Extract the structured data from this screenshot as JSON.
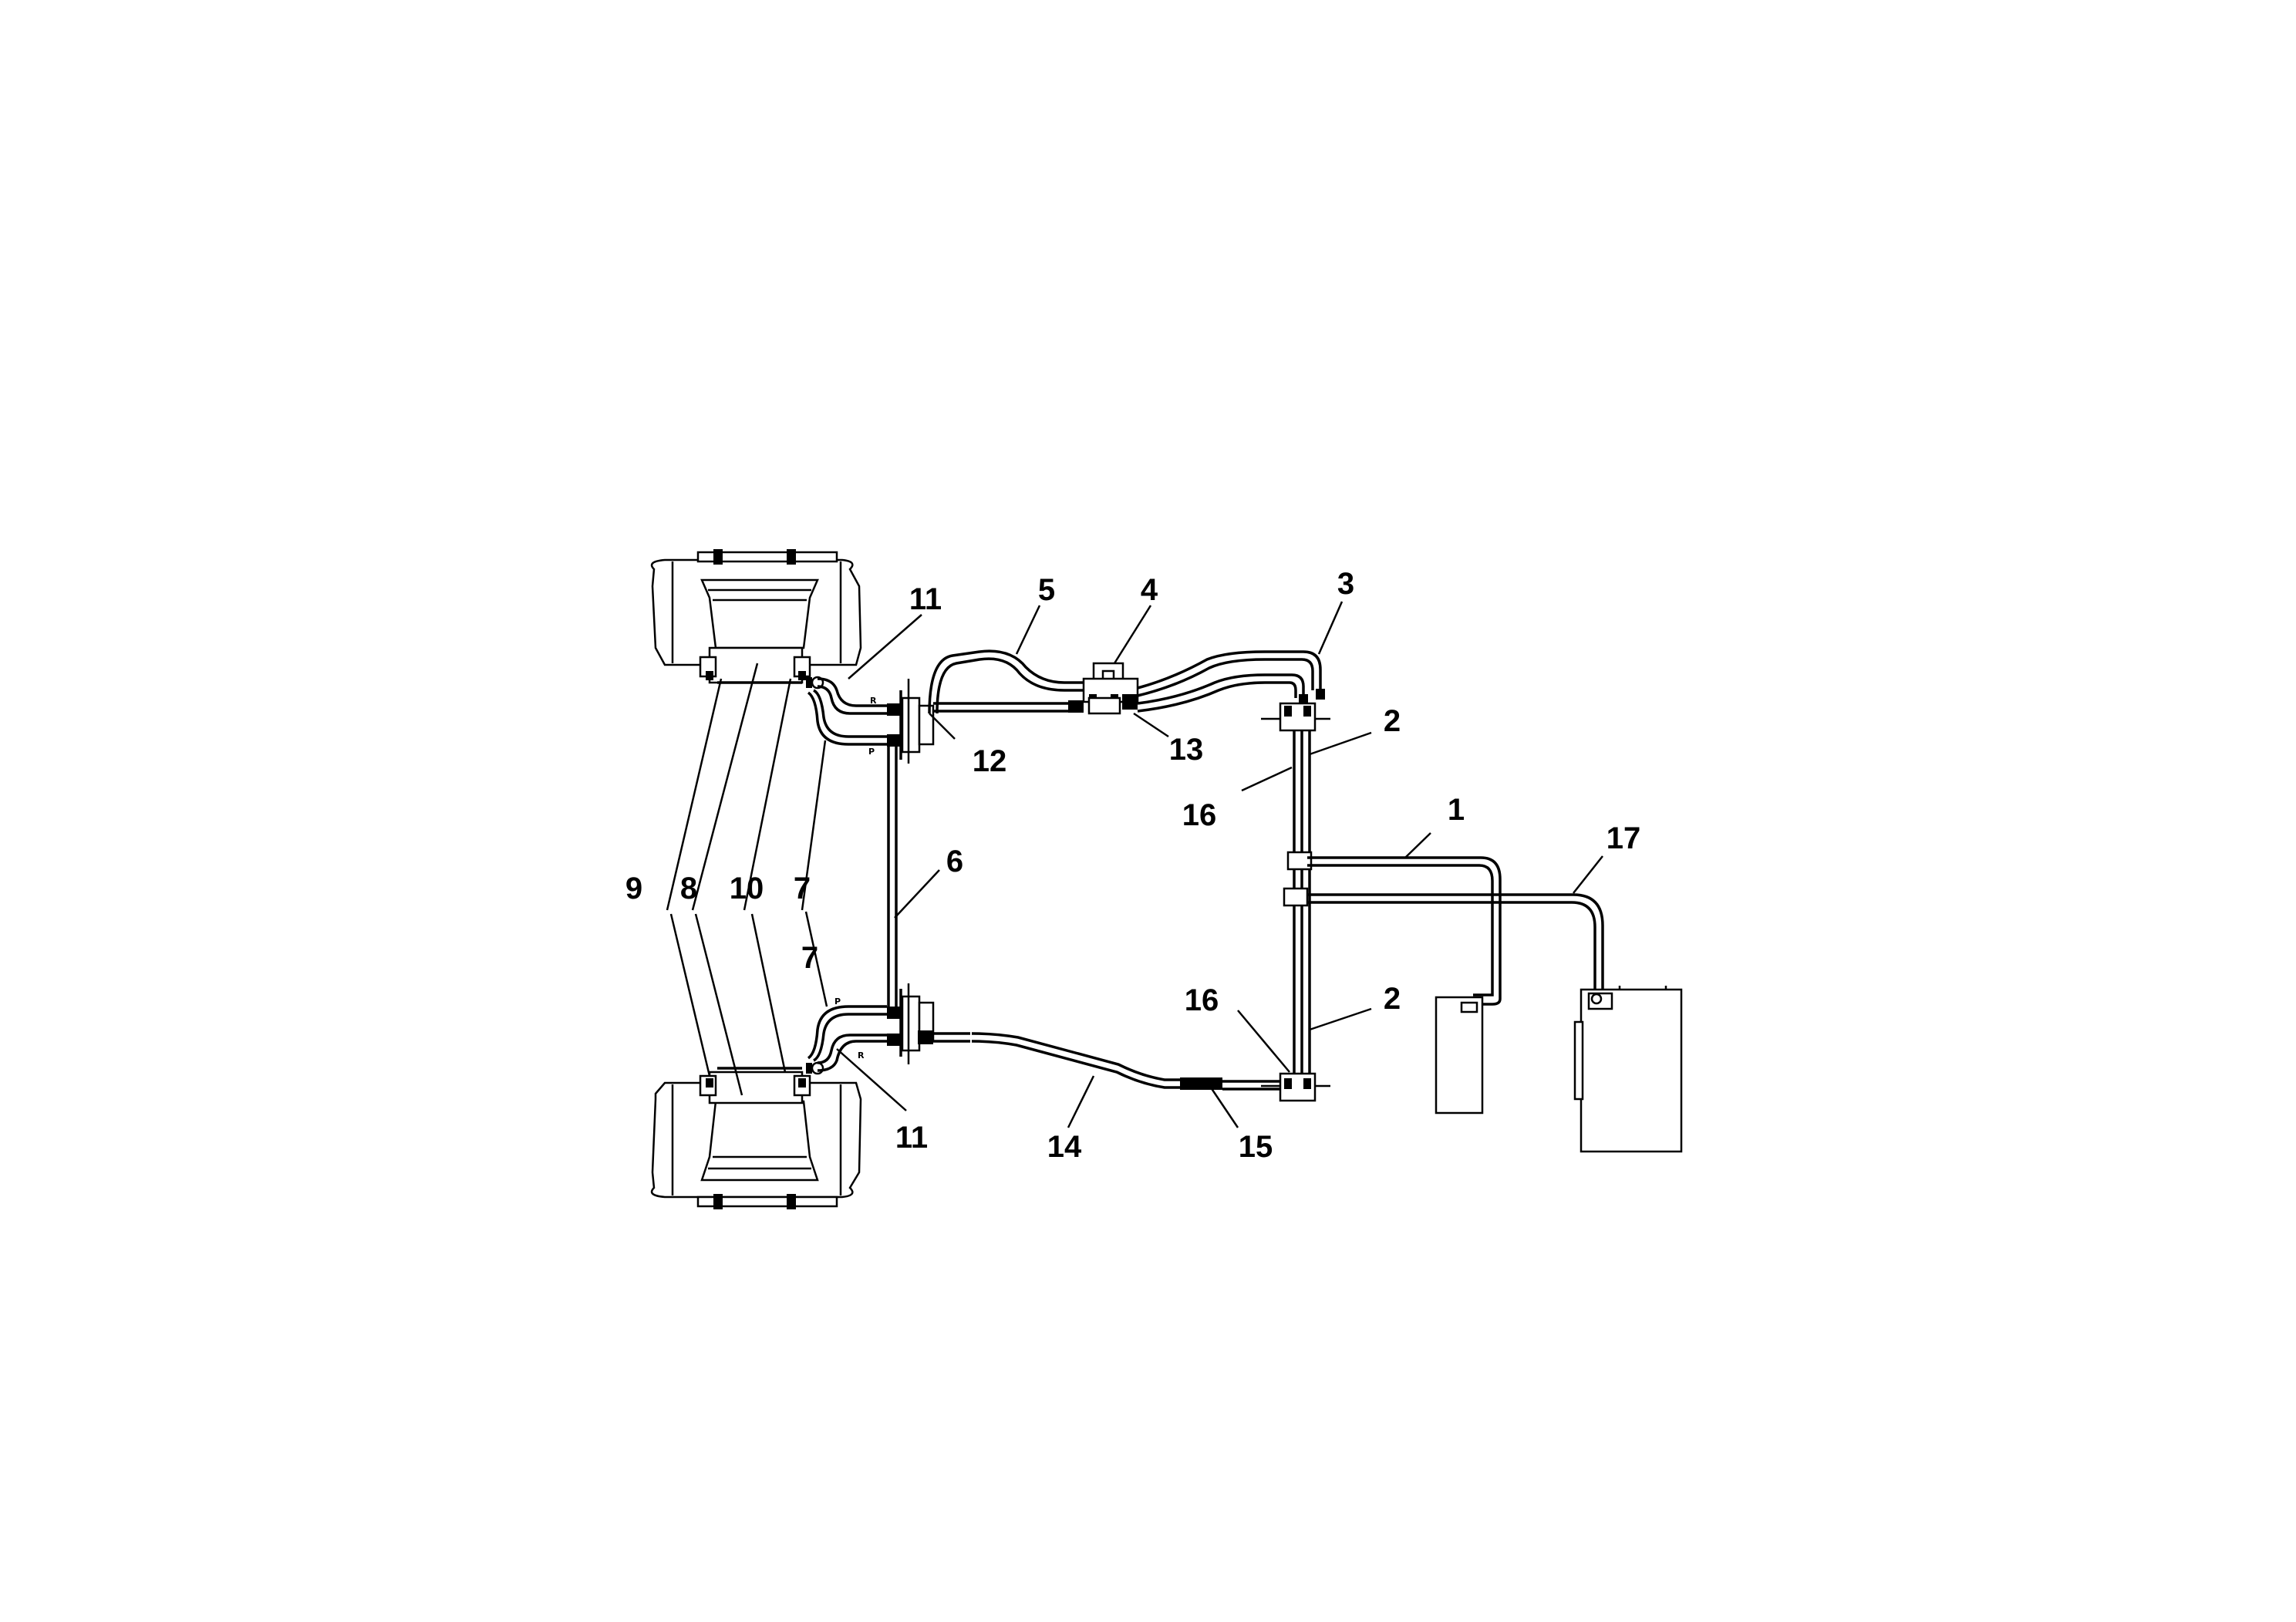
{
  "diagram": {
    "labels": {
      "p1": "1",
      "p2_upper": "2",
      "p2_lower": "2",
      "p3": "3",
      "p4": "4",
      "p5": "5",
      "p6": "6",
      "p7_upper": "7",
      "p7_lower": "7",
      "p8": "8",
      "p9": "9",
      "p10": "10",
      "p11_upper": "11",
      "p11_lower": "11",
      "p12": "12",
      "p13": "13",
      "p14": "14",
      "p15": "15",
      "p16_upper": "16",
      "p16_lower": "16",
      "p17": "17"
    },
    "port_marks": {
      "r_upper": "R",
      "p_upper": "P",
      "p_lower": "P",
      "r_lower": "R"
    }
  }
}
